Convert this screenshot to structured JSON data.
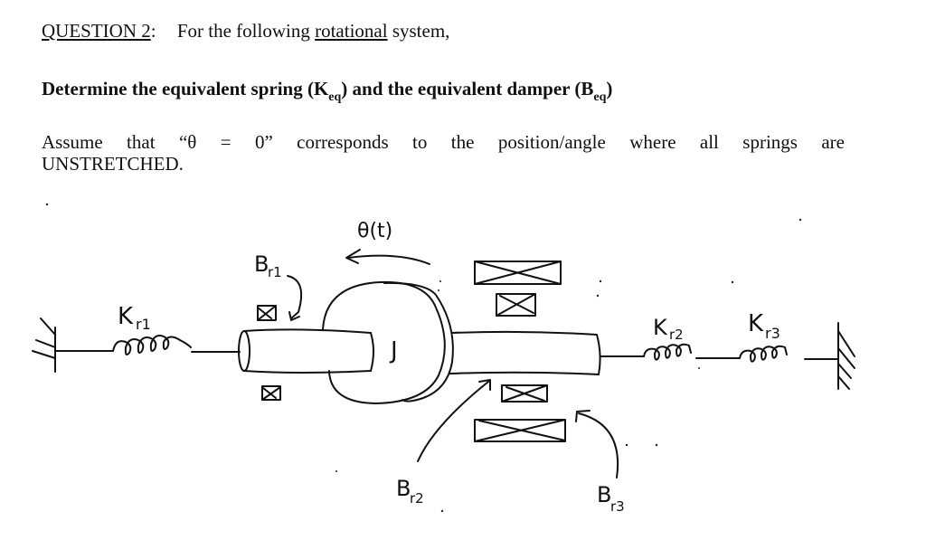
{
  "question": {
    "label": "QUESTION 2",
    "colon": ":",
    "intro_prefix": "For the following ",
    "intro_underlined": "rotational",
    "intro_suffix": " system,"
  },
  "task": {
    "part1": "Determine the equivalent spring (K",
    "sub1": "eq",
    "part2": ") and the equivalent damper (B",
    "sub2": "eq",
    "part3": ")"
  },
  "assumption": {
    "line1": "Assume that “θ = 0” corresponds to the position/angle where all springs are",
    "line2": "UNSTRETCHED."
  },
  "diagram": {
    "theta_label": "θ(t)",
    "inertia_label": "J",
    "springs": [
      {
        "label": "K",
        "sub": "r1"
      },
      {
        "label": "K",
        "sub": "r2"
      },
      {
        "label": "K",
        "sub": "r3"
      }
    ],
    "dampers": [
      {
        "label": "B",
        "sub": "r1"
      },
      {
        "label": "B",
        "sub": "r2"
      },
      {
        "label": "B",
        "sub": "r3"
      }
    ]
  }
}
